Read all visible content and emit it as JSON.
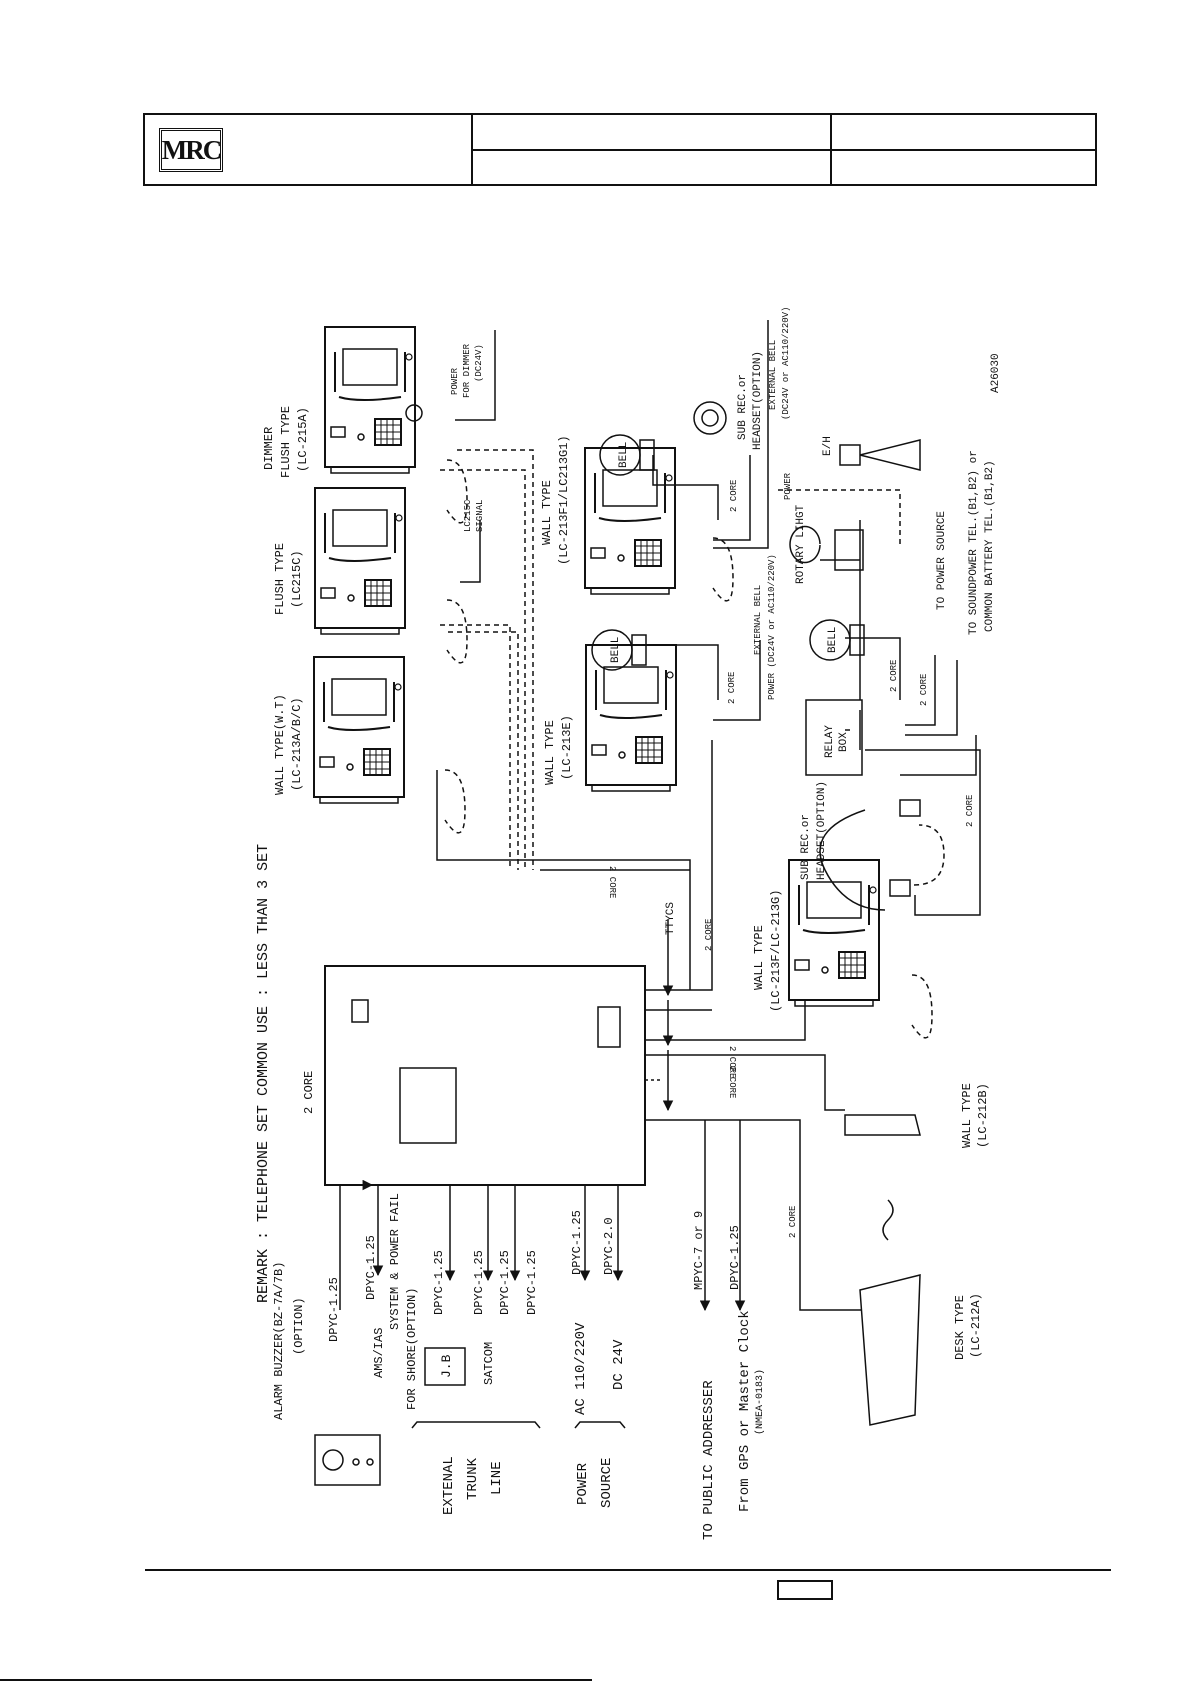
{
  "header": {
    "logo_text": "MRC"
  },
  "diagram": {
    "remark": "REMARK : TELEPHONE SET COMMON USE : LESS THAN 3 SET",
    "drawing_no": "A26030",
    "devices": {
      "dimmer_flush": [
        "DIMMER",
        "FLUSH TYPE",
        "(LC-215A)"
      ],
      "flush_215c": [
        "FLUSH TYPE",
        "(LC215C)"
      ],
      "wall_213abc": [
        "WALL TYPE(W.T)",
        "(LC-213A/B/C)"
      ],
      "wall_213f1": [
        "WALL TYPE",
        "(LC-213F1/LC213G1)"
      ],
      "wall_213e": [
        "WALL TYPE",
        "(LC-213E)"
      ],
      "wall_213f": [
        "WALL TYPE",
        "(LC-213F/LC-213G)"
      ],
      "wall_212b": [
        "WALL TYPE",
        "(LC-212B)"
      ],
      "desk_212a": [
        "DESK TYPE",
        "(LC-212A)"
      ],
      "alarm_buzzer": [
        "ALARM BUZZER(BZ-7A/7B)",
        "(OPTION)"
      ],
      "sub_rec_top": [
        "SUB REC.or",
        "HEADSET(OPTION)"
      ],
      "sub_rec_bottom": [
        "SUB REC.or",
        "HEADSET(OPTION)"
      ],
      "bell": "BELL",
      "relay_box": [
        "RELAY",
        "BOX"
      ],
      "rotary_light": "ROTARY LIHGT",
      "eh": "E/H",
      "jb": "J.B"
    },
    "labels": {
      "power_dimmer": [
        "POWER",
        "FOR DIMMER",
        "(DC24V)"
      ],
      "lc215c_signal": [
        "LC215C",
        "SIGNAL"
      ],
      "external_bell_top": [
        "EXTERNAL BELL",
        "(DC24V or AC110/220V)"
      ],
      "power_top": "POWER",
      "external_bell_mid": [
        "EXTERNAL BELL",
        "POWER (DC24V or AC110/220V)"
      ],
      "to_power_source": "TO POWER SOURCE",
      "to_soundpower": [
        "TO SOUNDPOWER TEL.(B1,B2) or",
        "COMMON BATTERY TEL.(B1,B2)"
      ],
      "two_core": "2 CORE",
      "ttycs": "TTYCS",
      "dpyc125": "DPYC-1.25",
      "dpyc20": "DPYC-2.0",
      "mpyc": "MPYC-7 or 9",
      "ams_ias": "AMS/IAS",
      "system_power_fail": "SYSTEM & POWER FAIL",
      "for_shore": "FOR SHORE(OPTION)",
      "satcom": "SATCOM",
      "ac": "AC 110/220V",
      "dc": "DC 24V",
      "external_trunk_line": [
        "EXTENAL",
        "TRUNK",
        "LINE"
      ],
      "power_source": [
        "POWER",
        "SOURCE"
      ],
      "to_public_addresser": "TO PUBLIC ADDRESSER",
      "from_gps": "From GPS or Master Clock",
      "nmea": "(NMEA-0183)"
    }
  }
}
